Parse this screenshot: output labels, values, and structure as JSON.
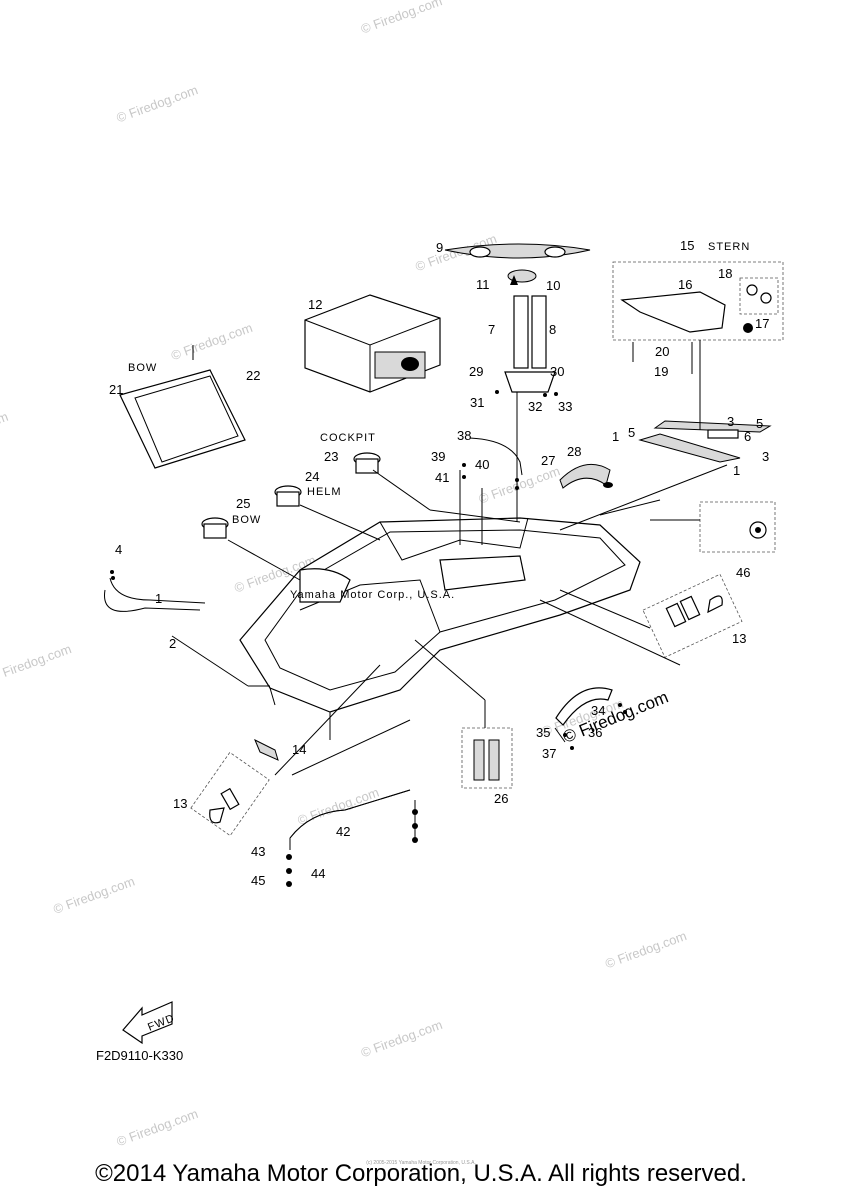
{
  "watermark": "© Firedog.com",
  "watermark_overlay": "© Firedog.com",
  "callouts": [
    "1",
    "2",
    "3",
    "4",
    "5",
    "6",
    "7",
    "8",
    "9",
    "10",
    "11",
    "12",
    "13",
    "14",
    "15",
    "16",
    "17",
    "18",
    "19",
    "20",
    "21",
    "22",
    "23",
    "24",
    "25",
    "26",
    "27",
    "28",
    "29",
    "30",
    "31",
    "32",
    "33",
    "34",
    "35",
    "36",
    "37",
    "38",
    "39",
    "40",
    "41",
    "42",
    "43",
    "44",
    "45",
    "46"
  ],
  "tags": {
    "stern": "STERN",
    "bow_top": "BOW",
    "cockpit": "COCKPIT",
    "helm": "HELM",
    "bow_left": "BOW",
    "fwd": "FWD"
  },
  "hull_text": "Yamaha Motor Corp., U.S.A.",
  "diagram_code": "F2D9110-K330",
  "copyright": "©2014 Yamaha Motor Corporation, U.S.A. All rights reserved.",
  "small_print": "(c) 2005-2015 Yamaha Motor Corporation, U.S.A."
}
